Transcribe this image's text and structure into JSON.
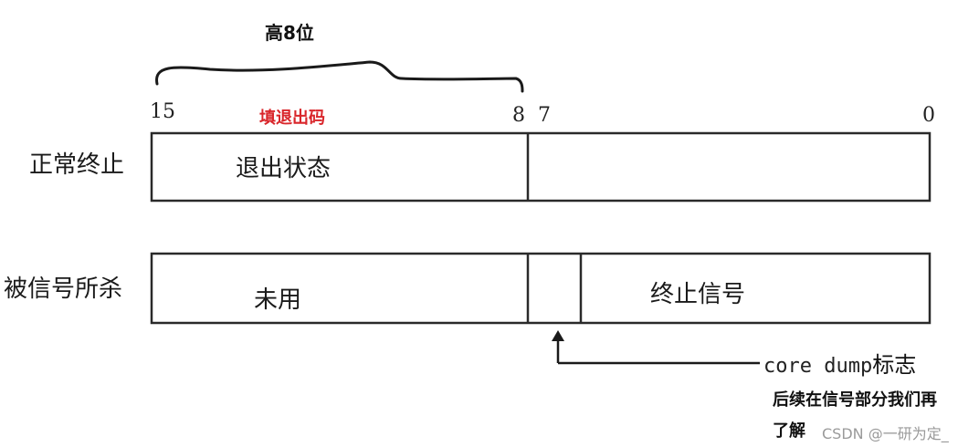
{
  "header": {
    "high_bits_label": "高8位",
    "fill_exit_code_label": "填退出码"
  },
  "bit_numbers": {
    "b15": "15",
    "b8": "8",
    "b7": "7",
    "b0": "0"
  },
  "rows": {
    "normal": {
      "label": "正常终止",
      "cell_high": "退出状态"
    },
    "killed": {
      "label": "被信号所杀",
      "cell_high": "未用",
      "cell_low": "终止信号"
    }
  },
  "annotation": {
    "core_dump_prefix": "core dump",
    "core_dump_suffix": "标志",
    "note_line1": "后续在信号部分我们再",
    "note_line2": "了解",
    "watermark": "CSDN @一研为定_"
  },
  "colors": {
    "accent_red": "#d9262b",
    "line": "#2a2a2a"
  }
}
